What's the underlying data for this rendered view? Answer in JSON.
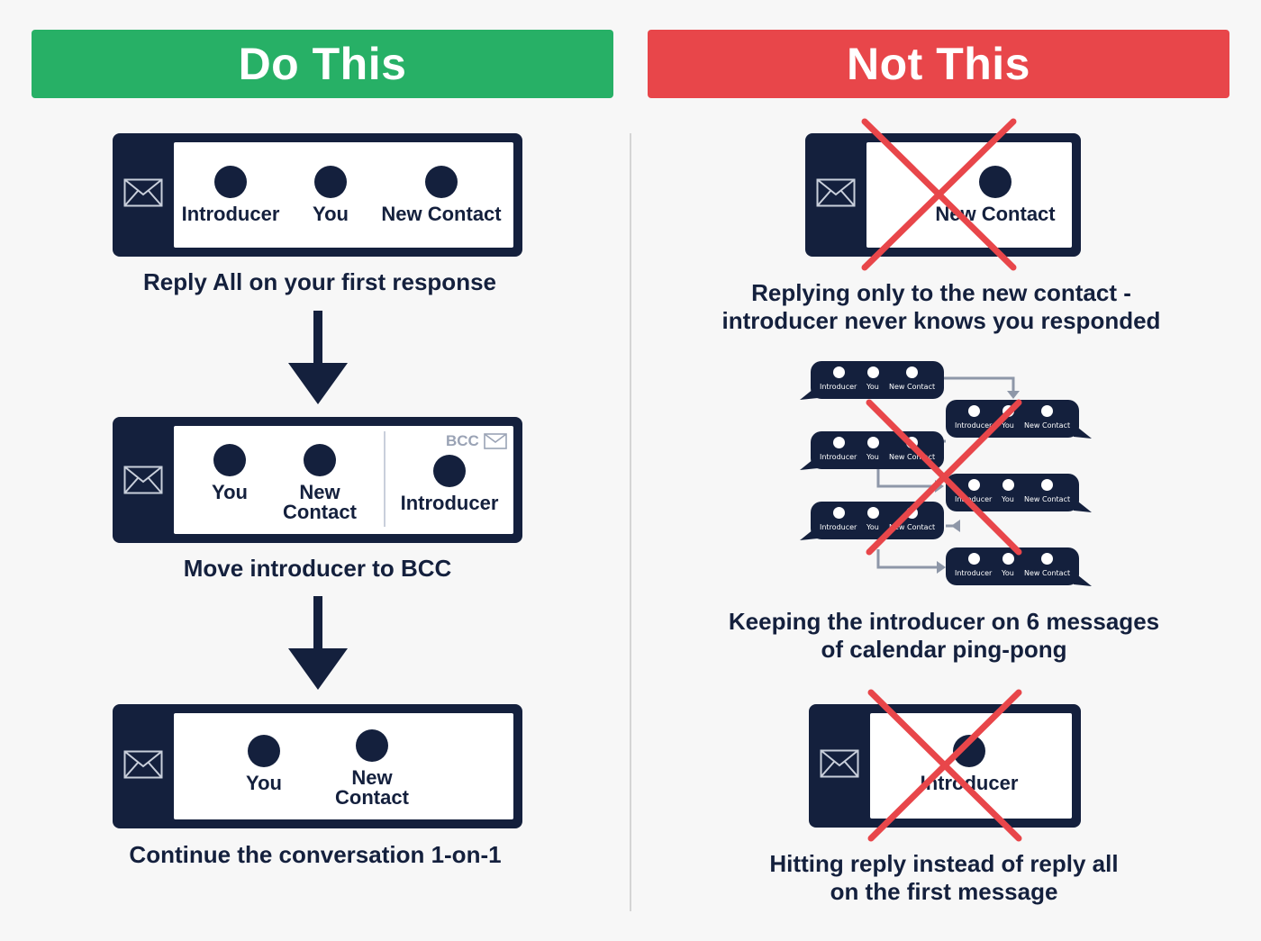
{
  "left_banner": {
    "label": "Do This",
    "color": "#27b066"
  },
  "right_banner": {
    "label": "Not This",
    "color": "#e8464a"
  },
  "do": {
    "step1": {
      "people": [
        "Introducer",
        "You",
        "New Contact"
      ],
      "caption": "Reply All on your first response"
    },
    "step2": {
      "people": [
        "You",
        "New Contact"
      ],
      "bcc_label": "BCC",
      "bcc_person": "Introducer",
      "caption": "Move introducer to BCC"
    },
    "step3": {
      "people": [
        "You",
        "New Contact"
      ],
      "caption": "Continue the conversation 1-on-1"
    }
  },
  "dont": {
    "item1": {
      "person": "New Contact",
      "caption_line1": "Replying only to the new contact -",
      "caption_line2": "introducer never knows you responded"
    },
    "item2": {
      "bubble_labels": [
        "Introducer",
        "You",
        "New Contact"
      ],
      "caption_line1": "Keeping the introducer on 6 messages",
      "caption_line2": "of calendar ping-pong"
    },
    "item3": {
      "person": "Introducer",
      "caption_line1": "Hitting reply instead of reply all",
      "caption_line2": "on the first message"
    }
  },
  "colors": {
    "navy": "#14203d",
    "cross": "#e8464a",
    "arrow_gray": "#8e97a8"
  },
  "icons": [
    "envelope-icon",
    "down-arrow-icon",
    "cross-icon",
    "chat-bubble-icon"
  ]
}
